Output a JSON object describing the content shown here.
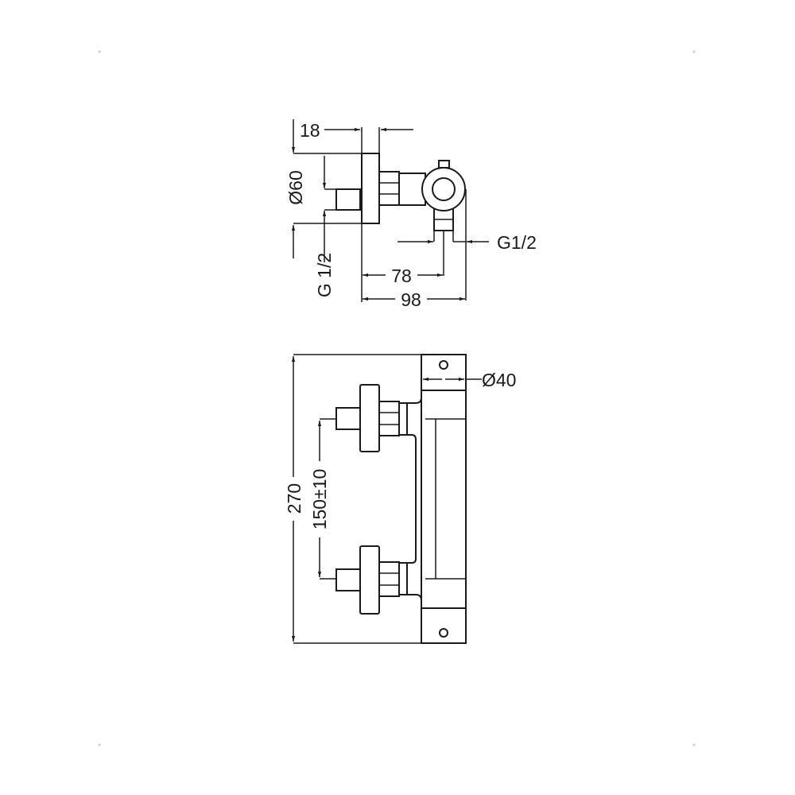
{
  "drawing": {
    "side_view": {
      "dim_wall_offset": "18",
      "dim_plate_diameter": "Ø60",
      "dim_inlet_thread": "G 1/2",
      "dim_outlet_thread": "G1/2",
      "dim_outlet_depth": "78",
      "dim_total_depth": "98"
    },
    "front_view": {
      "dim_body_diameter": "Ø40",
      "dim_total_height": "270",
      "dim_inlet_spacing": "150±10"
    }
  }
}
